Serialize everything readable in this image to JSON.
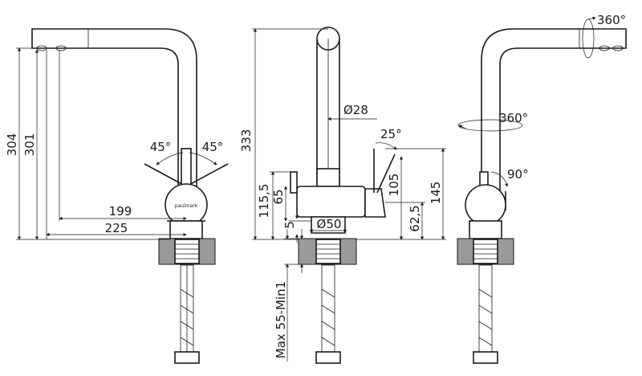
{
  "brand": "paulmark",
  "views": {
    "left": {
      "labels": {
        "height_total": "304",
        "height_outlet": "301",
        "angle_left": "45°",
        "angle_right": "45°",
        "reach_inner": "199",
        "reach_outer": "225"
      }
    },
    "middle": {
      "labels": {
        "height_total": "333",
        "spout_diameter": "Ø28",
        "lever_angle": "25°",
        "body_height": "115,5",
        "body_65": "65",
        "lever_height": "105",
        "handle_height": "145",
        "base_5": "5",
        "base_diameter": "Ø50",
        "base_62": "62,5",
        "mount_thickness": "Max 55-Min1"
      }
    },
    "right": {
      "labels": {
        "spout_rotation_top": "360°",
        "spout_rotation_mid": "360°",
        "lever_rotation": "90°"
      }
    }
  }
}
